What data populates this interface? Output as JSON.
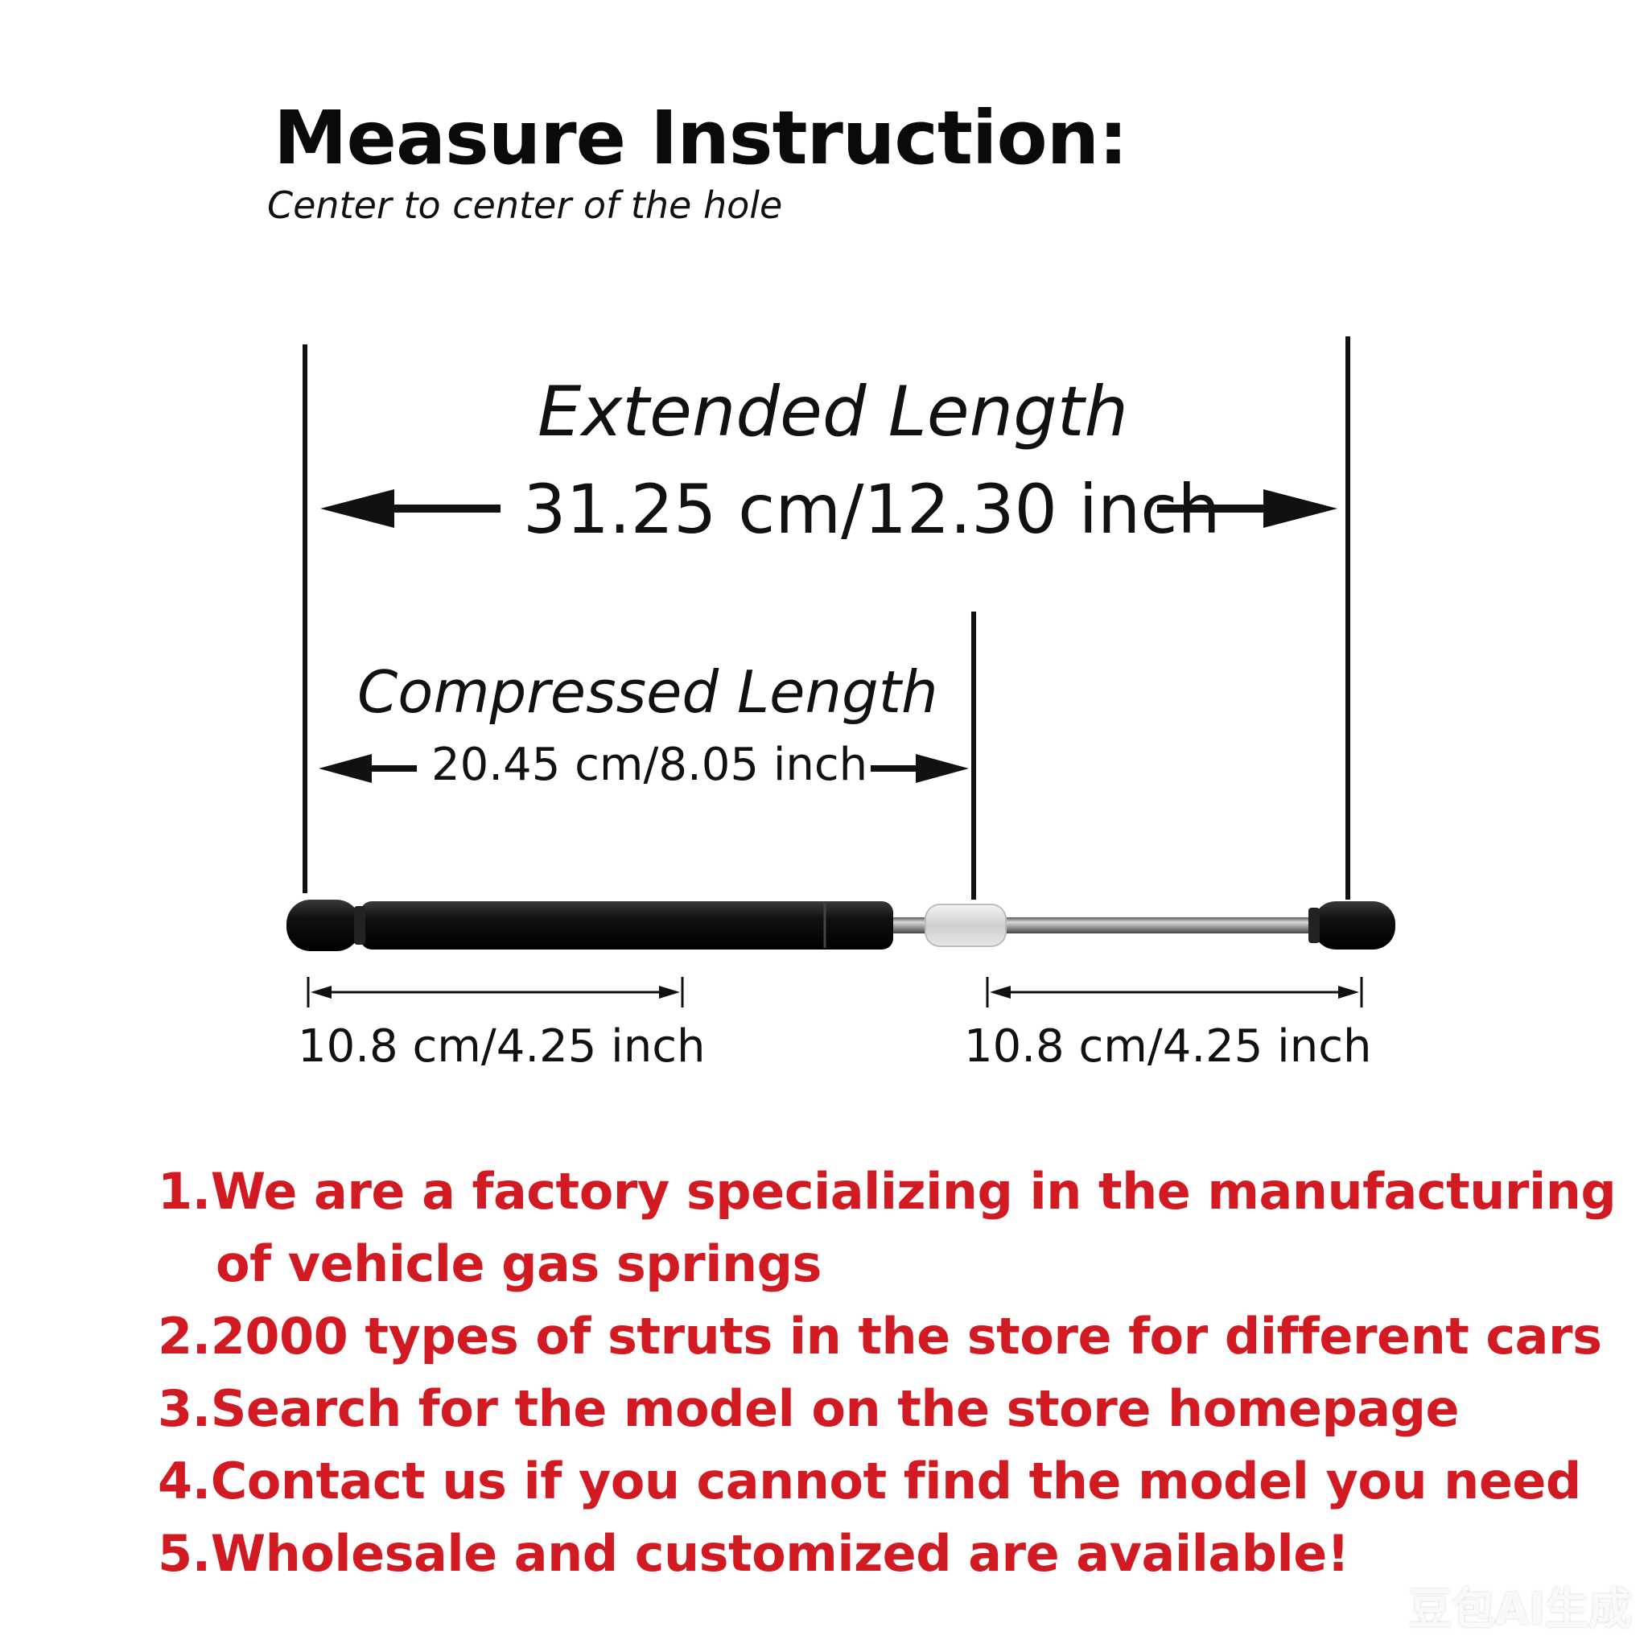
{
  "header": {
    "title": "Measure Instruction:",
    "subtitle": "Center to center of the hole"
  },
  "dimensions": {
    "extended": {
      "label": "Extended Length",
      "value": "31.25 cm/12.30 inch"
    },
    "compressed": {
      "label": "Compressed Length",
      "value": "20.45 cm/8.05 inch"
    },
    "segment_left": {
      "value": "10.8 cm/4.25 inch"
    },
    "segment_right": {
      "value": "10.8 cm/4.25 inch"
    }
  },
  "notes": [
    {
      "num": "1.",
      "text": "We are a factory specializing in the manufacturing",
      "cont": "of vehicle gas springs"
    },
    {
      "num": "2.",
      "text": "2000 types of struts in the store for different cars"
    },
    {
      "num": "3.",
      "text": "Search for the model on the store homepage"
    },
    {
      "num": "4.",
      "text": "Contact us if you cannot find the model you need"
    },
    {
      "num": "5.",
      "text": "Wholesale and customized are available!"
    }
  ],
  "watermark": "豆包AI生成",
  "colors": {
    "note_text": "#d11a22",
    "line": "#111111",
    "strut_body": "#0d0d0d",
    "rod": "#8a8a8a"
  }
}
